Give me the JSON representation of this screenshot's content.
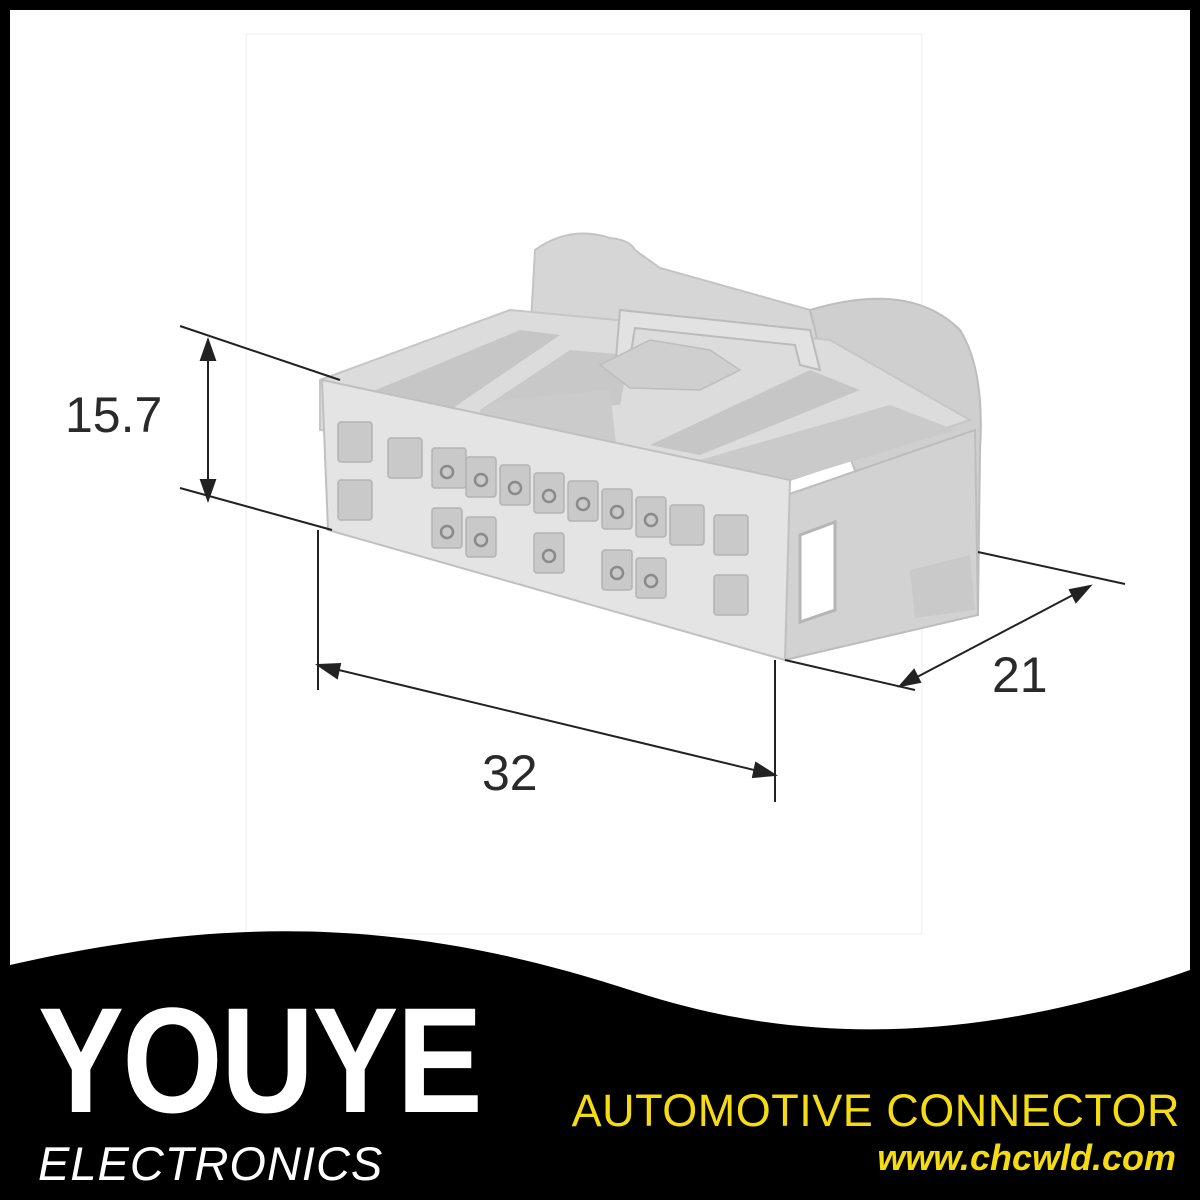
{
  "dimensions": {
    "height": "15.7",
    "width": "32",
    "depth": "21"
  },
  "brand": {
    "name": "YOUYE",
    "subtitle": "ELECTRONICS"
  },
  "tagline": "AUTOMOTIVE CONNECTOR",
  "website": "www.chcwld.com",
  "colors": {
    "background": "#000000",
    "panel": "#ffffff",
    "connector_body": "#d9d9d9",
    "connector_shadow": "#bdbdbd",
    "tagline": "#f5dc12",
    "brand_text": "#ffffff"
  }
}
